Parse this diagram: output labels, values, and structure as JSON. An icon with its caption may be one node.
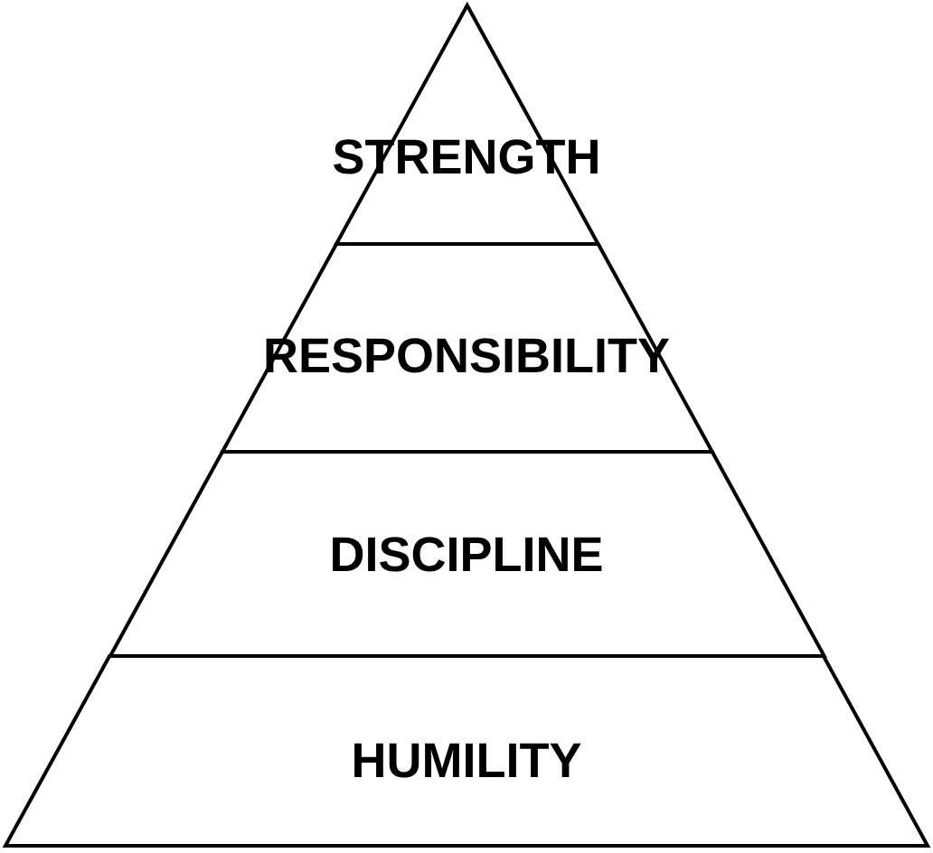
{
  "diagram": {
    "nodes": [
      {
        "text": [
          "STRENGTH"
        ]
      },
      {
        "text": [
          "RESPONSIBILITY"
        ]
      },
      {
        "text": [
          "DISCIPLINE"
        ]
      },
      {
        "text": [
          "HUMILITY"
        ]
      }
    ]
  }
}
